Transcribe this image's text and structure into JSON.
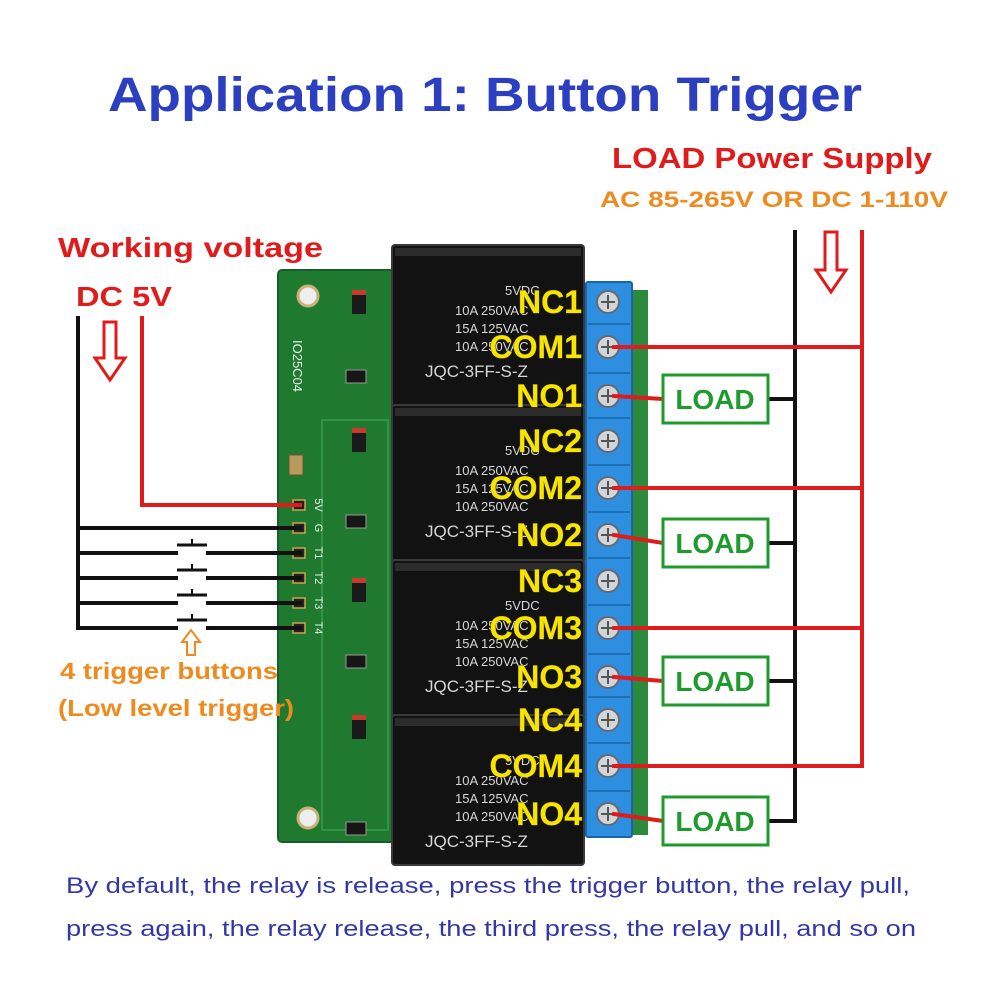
{
  "title": "Application 1: Button Trigger",
  "load_power_supply": {
    "label": "LOAD Power Supply",
    "spec": "AC 85-265V OR DC 1-110V"
  },
  "working_voltage": {
    "label": "Working voltage",
    "value": "DC 5V"
  },
  "trigger_buttons": {
    "label": "4 trigger buttons",
    "note": "(Low level trigger)"
  },
  "board": {
    "model": "IO25C04",
    "header_pins": [
      "5V",
      "G",
      "T1",
      "T2",
      "T3",
      "T4"
    ]
  },
  "relays": [
    {
      "coil": "5VDC",
      "ratings": [
        "10A 250VAC",
        "15A 125VAC",
        "10A 250VAC"
      ],
      "model": "JQC-3FF-S-Z"
    },
    {
      "coil": "5VDC",
      "ratings": [
        "10A 250VAC",
        "15A 125VAC",
        "10A 250VAC"
      ],
      "model": "JQC-3FF-S-Z"
    },
    {
      "coil": "5VDC",
      "ratings": [
        "10A 250VAC",
        "15A 125VAC",
        "10A 250VAC"
      ],
      "model": "JQC-3FF-S-Z"
    },
    {
      "coil": "5VDC",
      "ratings": [
        "10A 250VAC",
        "15A 125VAC",
        "10A 250VAC"
      ],
      "model": "JQC-3FF-S-Z"
    }
  ],
  "terminals": [
    {
      "label": "NC1"
    },
    {
      "label": "COM1"
    },
    {
      "label": "NO1"
    },
    {
      "label": "NC2"
    },
    {
      "label": "COM2"
    },
    {
      "label": "NO2"
    },
    {
      "label": "NC3"
    },
    {
      "label": "COM3"
    },
    {
      "label": "NO3"
    },
    {
      "label": "NC4"
    },
    {
      "label": "COM4"
    },
    {
      "label": "NO4"
    }
  ],
  "loads": [
    "LOAD",
    "LOAD",
    "LOAD",
    "LOAD"
  ],
  "footer": [
    "By default, the relay is release, press the trigger button, the relay pull,",
    "press again, the relay release, the third press, the relay pull, and so on"
  ],
  "icons": {
    "supply_arrow": "down-arrow-icon",
    "working_voltage_arrow": "down-arrow-icon",
    "trigger_arrow": "up-arrow-icon",
    "button": "push-button-icon",
    "terminal_screw": "screw-icon"
  },
  "colors": {
    "title_blue": "#2b3fc0",
    "red": "#e01b1b",
    "orange": "#ef8a1f",
    "yellow": "#f7e400",
    "green": "#1e9b2c",
    "footer_blue": "#3338a8",
    "terminal_blue": "#2e8ee0",
    "pcb_green": "#1f7a30"
  }
}
